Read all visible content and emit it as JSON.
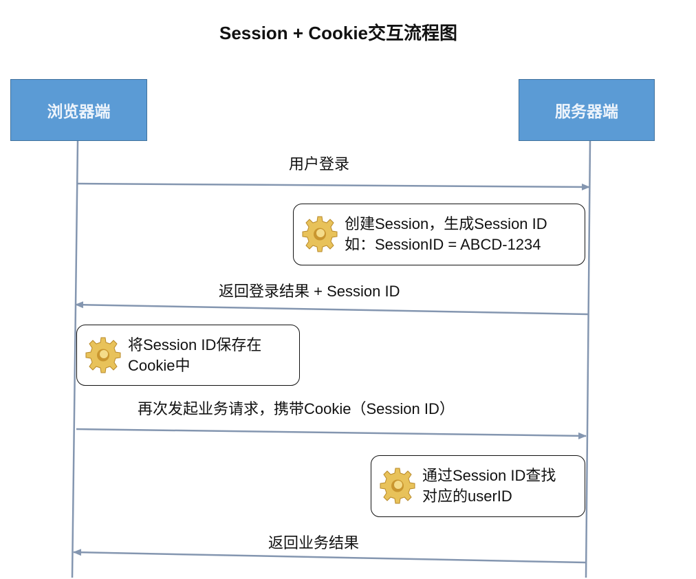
{
  "title": "Session + Cookie交互流程图",
  "actors": {
    "browser": "浏览器端",
    "server": "服务器端"
  },
  "messages": [
    {
      "label": "用户登录",
      "direction": "browser-to-server"
    },
    {
      "label": "返回登录结果 + Session ID",
      "direction": "server-to-browser"
    },
    {
      "label": "再次发起业务请求，携带Cookie（Session ID）",
      "direction": "browser-to-server"
    },
    {
      "label": "返回业务结果",
      "direction": "server-to-browser"
    }
  ],
  "notes": [
    {
      "line1": "创建Session，生成Session ID",
      "line2": "如：SessionID = ABCD-1234",
      "icon": "gear-icon"
    },
    {
      "line1": "将Session ID保存在",
      "line2": "Cookie中",
      "icon": "gear-icon"
    },
    {
      "line1": "通过Session ID查找",
      "line2": "对应的userID",
      "icon": "gear-icon"
    }
  ],
  "colors": {
    "actor_fill": "#5b9bd5",
    "line": "#8496b0"
  }
}
